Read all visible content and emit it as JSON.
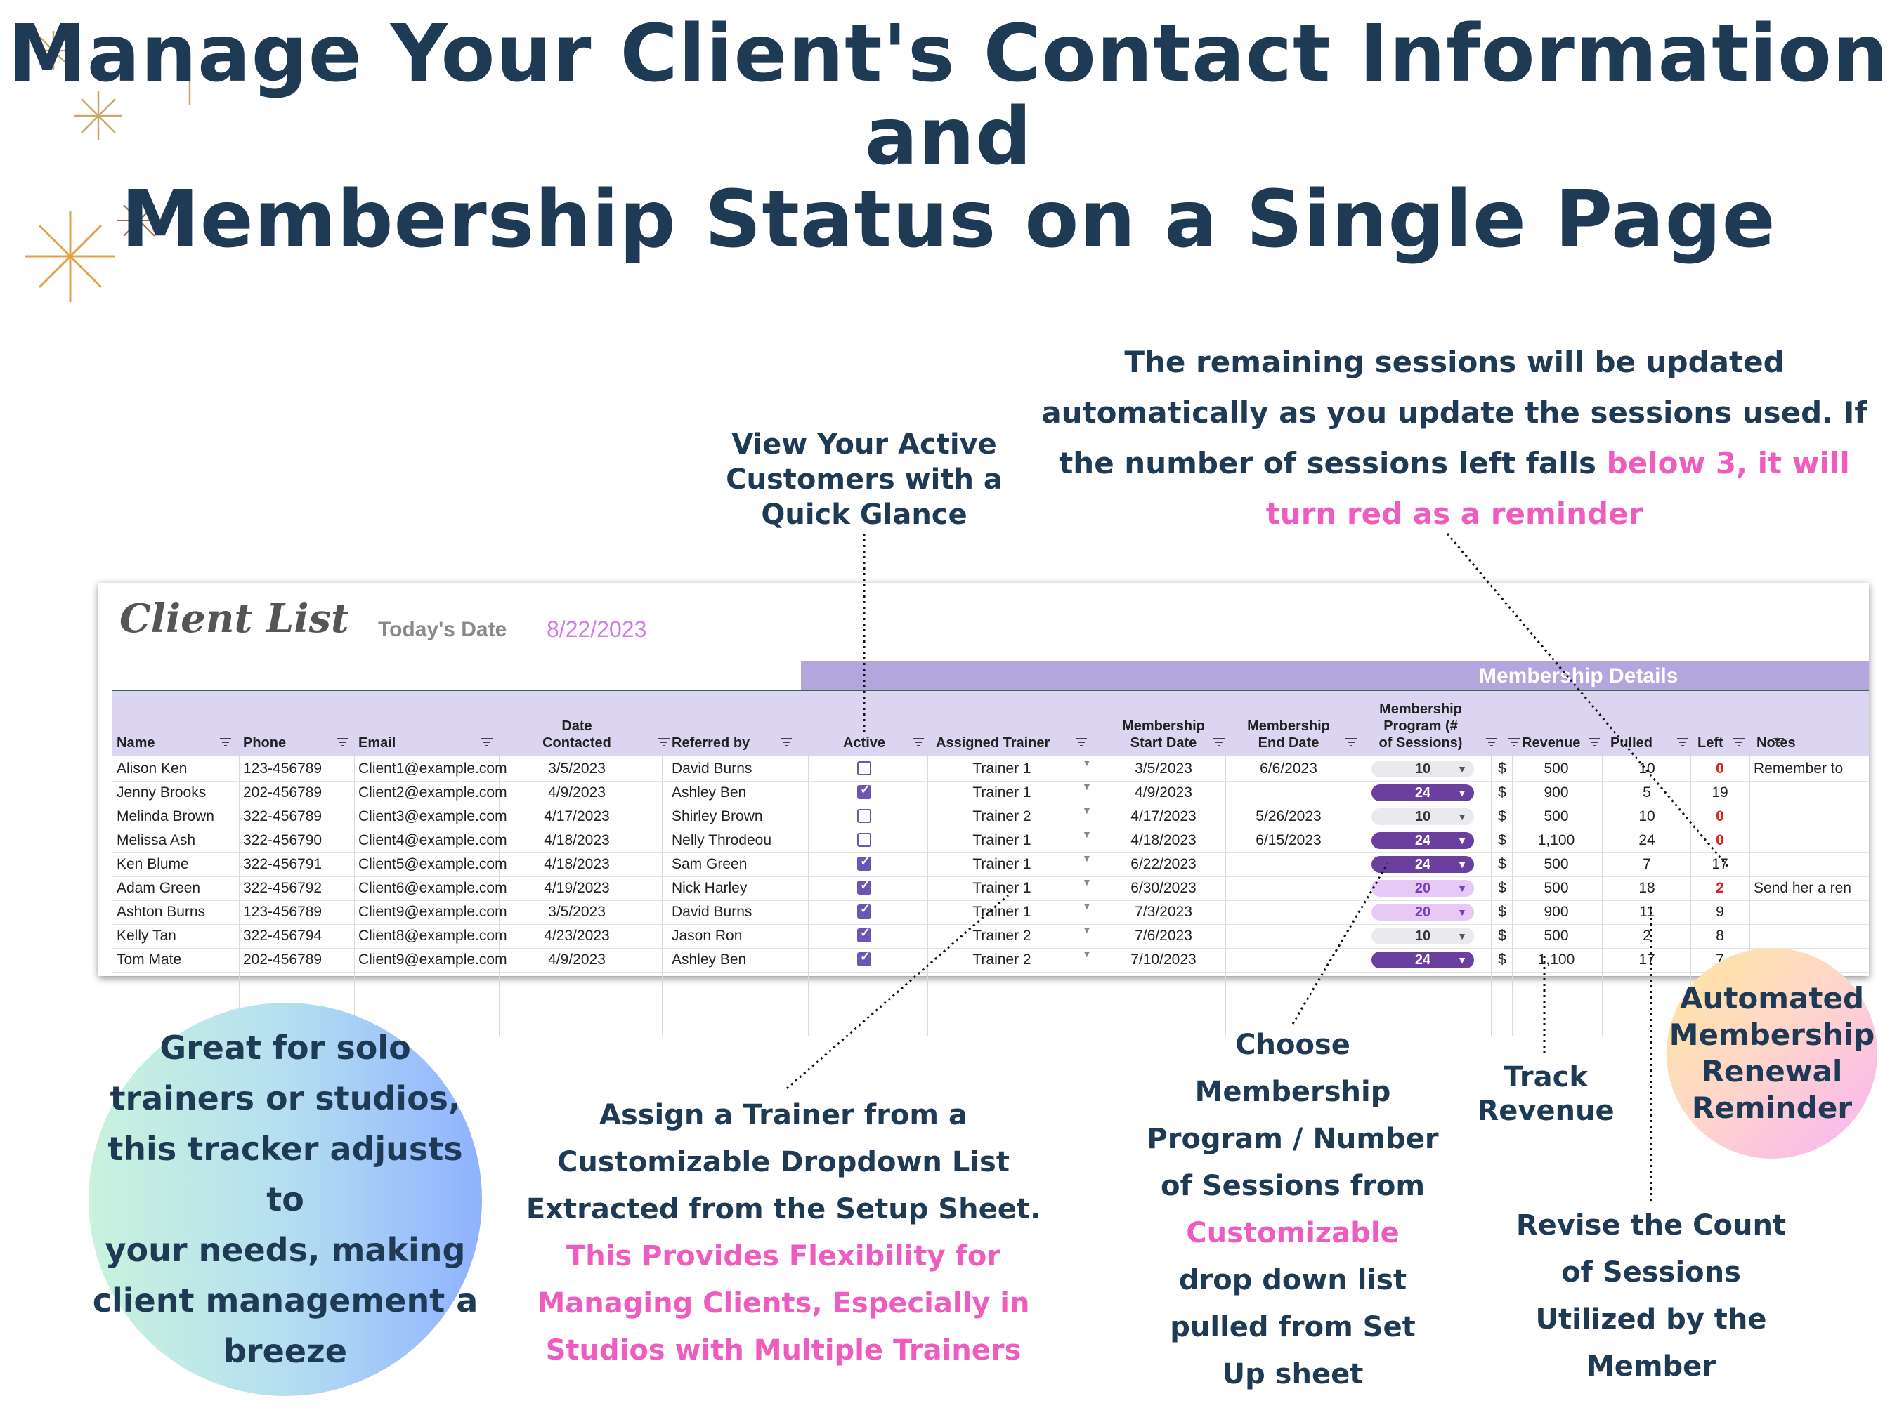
{
  "heading": {
    "line1": "Manage Your Client's Contact Information and",
    "line2": "Membership Status on a Single Page"
  },
  "callouts": {
    "active": [
      "View Your Active",
      "Customers with a",
      "Quick Glance"
    ],
    "remaining": {
      "l1": "The remaining sessions will be updated",
      "l2": "automatically as you update the sessions used. If",
      "l3a": "the number of sessions left falls ",
      "l3b": "below 3, it will",
      "l4": "turn red as a reminder"
    },
    "trainer": {
      "dark": [
        "Assign a Trainer from a",
        "Customizable Dropdown List",
        "Extracted from the Setup Sheet."
      ],
      "pink": [
        "This Provides Flexibility for",
        "Managing Clients, Especially in",
        "Studios with Multiple Trainers"
      ]
    },
    "program": [
      "Choose",
      "Membership",
      "Program / Number",
      "of Sessions from",
      "Customizable",
      "drop down list",
      "pulled from Set",
      "Up sheet"
    ],
    "revenue": [
      "Track",
      "Revenue"
    ],
    "revise": [
      "Revise the Count",
      "of Sessions",
      "Utilized by the",
      "Member"
    ],
    "bubble_main": [
      "Great for solo",
      "trainers or studios,",
      "this tracker adjusts to",
      "your needs, making",
      "client management a",
      "breeze"
    ],
    "bubble_small": [
      "Automated",
      "Membership",
      "Renewal",
      "Reminder"
    ]
  },
  "sheet": {
    "title": "Client List",
    "today_label": "Today's Date",
    "today_value": "8/22/2023",
    "section_title": "Membership Details",
    "headers": {
      "name": "Name",
      "phone": "Phone",
      "email": "Email",
      "date_contacted": [
        "Date",
        "Contacted"
      ],
      "referred_by": "Referred by",
      "active": "Active",
      "trainer": "Assigned Trainer",
      "start": [
        "Membership",
        "Start Date"
      ],
      "end": [
        "Membership",
        "End Date"
      ],
      "program": [
        "Membership",
        "Program (#",
        "of Sessions)"
      ],
      "revenue": "Revenue",
      "pulled": "Pulled",
      "left": "Left",
      "notes": "Notes"
    },
    "rows": [
      {
        "name": "Alison Ken",
        "phone": "123-456789",
        "email": "Client1@example.com",
        "contacted": "3/5/2023",
        "referred": "David Burns",
        "active": false,
        "trainer": "Trainer 1",
        "start": "3/5/2023",
        "end": "6/6/2023",
        "program": "10",
        "currency": "$",
        "revenue": "500",
        "pulled": "10",
        "left": "0",
        "notes": "Remember to"
      },
      {
        "name": "Jenny Brooks",
        "phone": "202-456789",
        "email": "Client2@example.com",
        "contacted": "4/9/2023",
        "referred": "Ashley Ben",
        "active": true,
        "trainer": "Trainer 1",
        "start": "4/9/2023",
        "end": "",
        "program": "24",
        "currency": "$",
        "revenue": "900",
        "pulled": "5",
        "left": "19",
        "notes": ""
      },
      {
        "name": "Melinda Brown",
        "phone": "322-456789",
        "email": "Client3@example.com",
        "contacted": "4/17/2023",
        "referred": "Shirley Brown",
        "active": false,
        "trainer": "Trainer 2",
        "start": "4/17/2023",
        "end": "5/26/2023",
        "program": "10",
        "currency": "$",
        "revenue": "500",
        "pulled": "10",
        "left": "0",
        "notes": ""
      },
      {
        "name": "Melissa Ash",
        "phone": "322-456790",
        "email": "Client4@example.com",
        "contacted": "4/18/2023",
        "referred": "Nelly Throdeou",
        "active": false,
        "trainer": "Trainer 1",
        "start": "4/18/2023",
        "end": "6/15/2023",
        "program": "24",
        "currency": "$",
        "revenue": "1,100",
        "pulled": "24",
        "left": "0",
        "notes": ""
      },
      {
        "name": "Ken Blume",
        "phone": "322-456791",
        "email": "Client5@example.com",
        "contacted": "4/18/2023",
        "referred": "Sam Green",
        "active": true,
        "trainer": "Trainer 1",
        "start": "6/22/2023",
        "end": "",
        "program": "24",
        "currency": "$",
        "revenue": "500",
        "pulled": "7",
        "left": "17",
        "notes": ""
      },
      {
        "name": "Adam Green",
        "phone": "322-456792",
        "email": "Client6@example.com",
        "contacted": "4/19/2023",
        "referred": "Nick Harley",
        "active": true,
        "trainer": "Trainer 1",
        "start": "6/30/2023",
        "end": "",
        "program": "20",
        "currency": "$",
        "revenue": "500",
        "pulled": "18",
        "left": "2",
        "notes": "Send her a ren"
      },
      {
        "name": "Ashton Burns",
        "phone": "123-456789",
        "email": "Client9@example.com",
        "contacted": "3/5/2023",
        "referred": "David Burns",
        "active": true,
        "trainer": "Trainer 1",
        "start": "7/3/2023",
        "end": "",
        "program": "20",
        "currency": "$",
        "revenue": "900",
        "pulled": "11",
        "left": "9",
        "notes": ""
      },
      {
        "name": "Kelly Tan",
        "phone": "322-456794",
        "email": "Client8@example.com",
        "contacted": "4/23/2023",
        "referred": "Jason Ron",
        "active": true,
        "trainer": "Trainer 2",
        "start": "7/6/2023",
        "end": "",
        "program": "10",
        "currency": "$",
        "revenue": "500",
        "pulled": "2",
        "left": "8",
        "notes": ""
      },
      {
        "name": "Tom Mate",
        "phone": "202-456789",
        "email": "Client9@example.com",
        "contacted": "4/9/2023",
        "referred": "Ashley Ben",
        "active": true,
        "trainer": "Trainer 2",
        "start": "7/10/2023",
        "end": "",
        "program": "24",
        "currency": "$",
        "revenue": "1,100",
        "pulled": "17",
        "left": "7",
        "notes": ""
      }
    ]
  },
  "colors": {
    "heading": "#1f3a55",
    "accent_pink": "#ee5cc0",
    "header_band": "#b3a6dd",
    "header_row": "#dcd5f2",
    "reminder_red": "#e02020",
    "pill_dark": "#6b3fa0",
    "pill_light": "#e9e9ee",
    "pill_pink": "#e7c9f5"
  }
}
